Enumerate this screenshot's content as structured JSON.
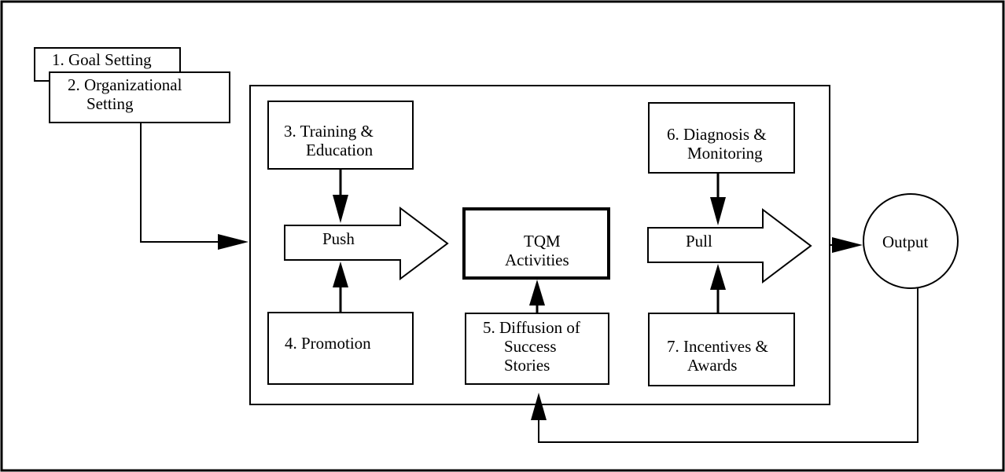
{
  "diagram": {
    "goal_setting": "1. Goal Setting",
    "organizational_setting": {
      "line1": "2. Organizational",
      "line2": "Setting"
    },
    "training_education": {
      "line1": "3. Training &",
      "line2": "Education"
    },
    "promotion": "4. Promotion",
    "diffusion": {
      "line1": "5. Diffusion of",
      "line2": "Success",
      "line3": "Stories"
    },
    "diagnosis_monitoring": {
      "line1": "6. Diagnosis &",
      "line2": "Monitoring"
    },
    "incentives_awards": {
      "line1": "7. Incentives &",
      "line2": "Awards"
    },
    "push": "Push",
    "pull": "Pull",
    "tqm_activities": {
      "line1": "TQM",
      "line2": "Activities"
    },
    "output": "Output"
  }
}
